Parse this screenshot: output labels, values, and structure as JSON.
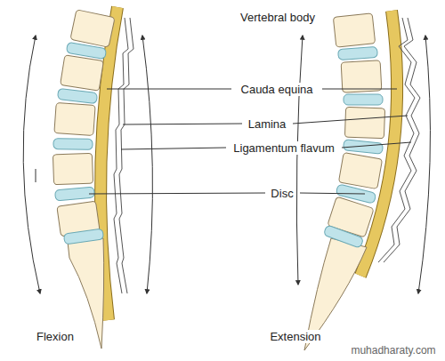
{
  "diagram": {
    "labels": [
      "Vertebral body",
      "Cauda equina",
      "Lamina",
      "Ligamentum flavum",
      "Disc",
      "Flexion",
      "Extension",
      "muhadharaty.com"
    ]
  }
}
